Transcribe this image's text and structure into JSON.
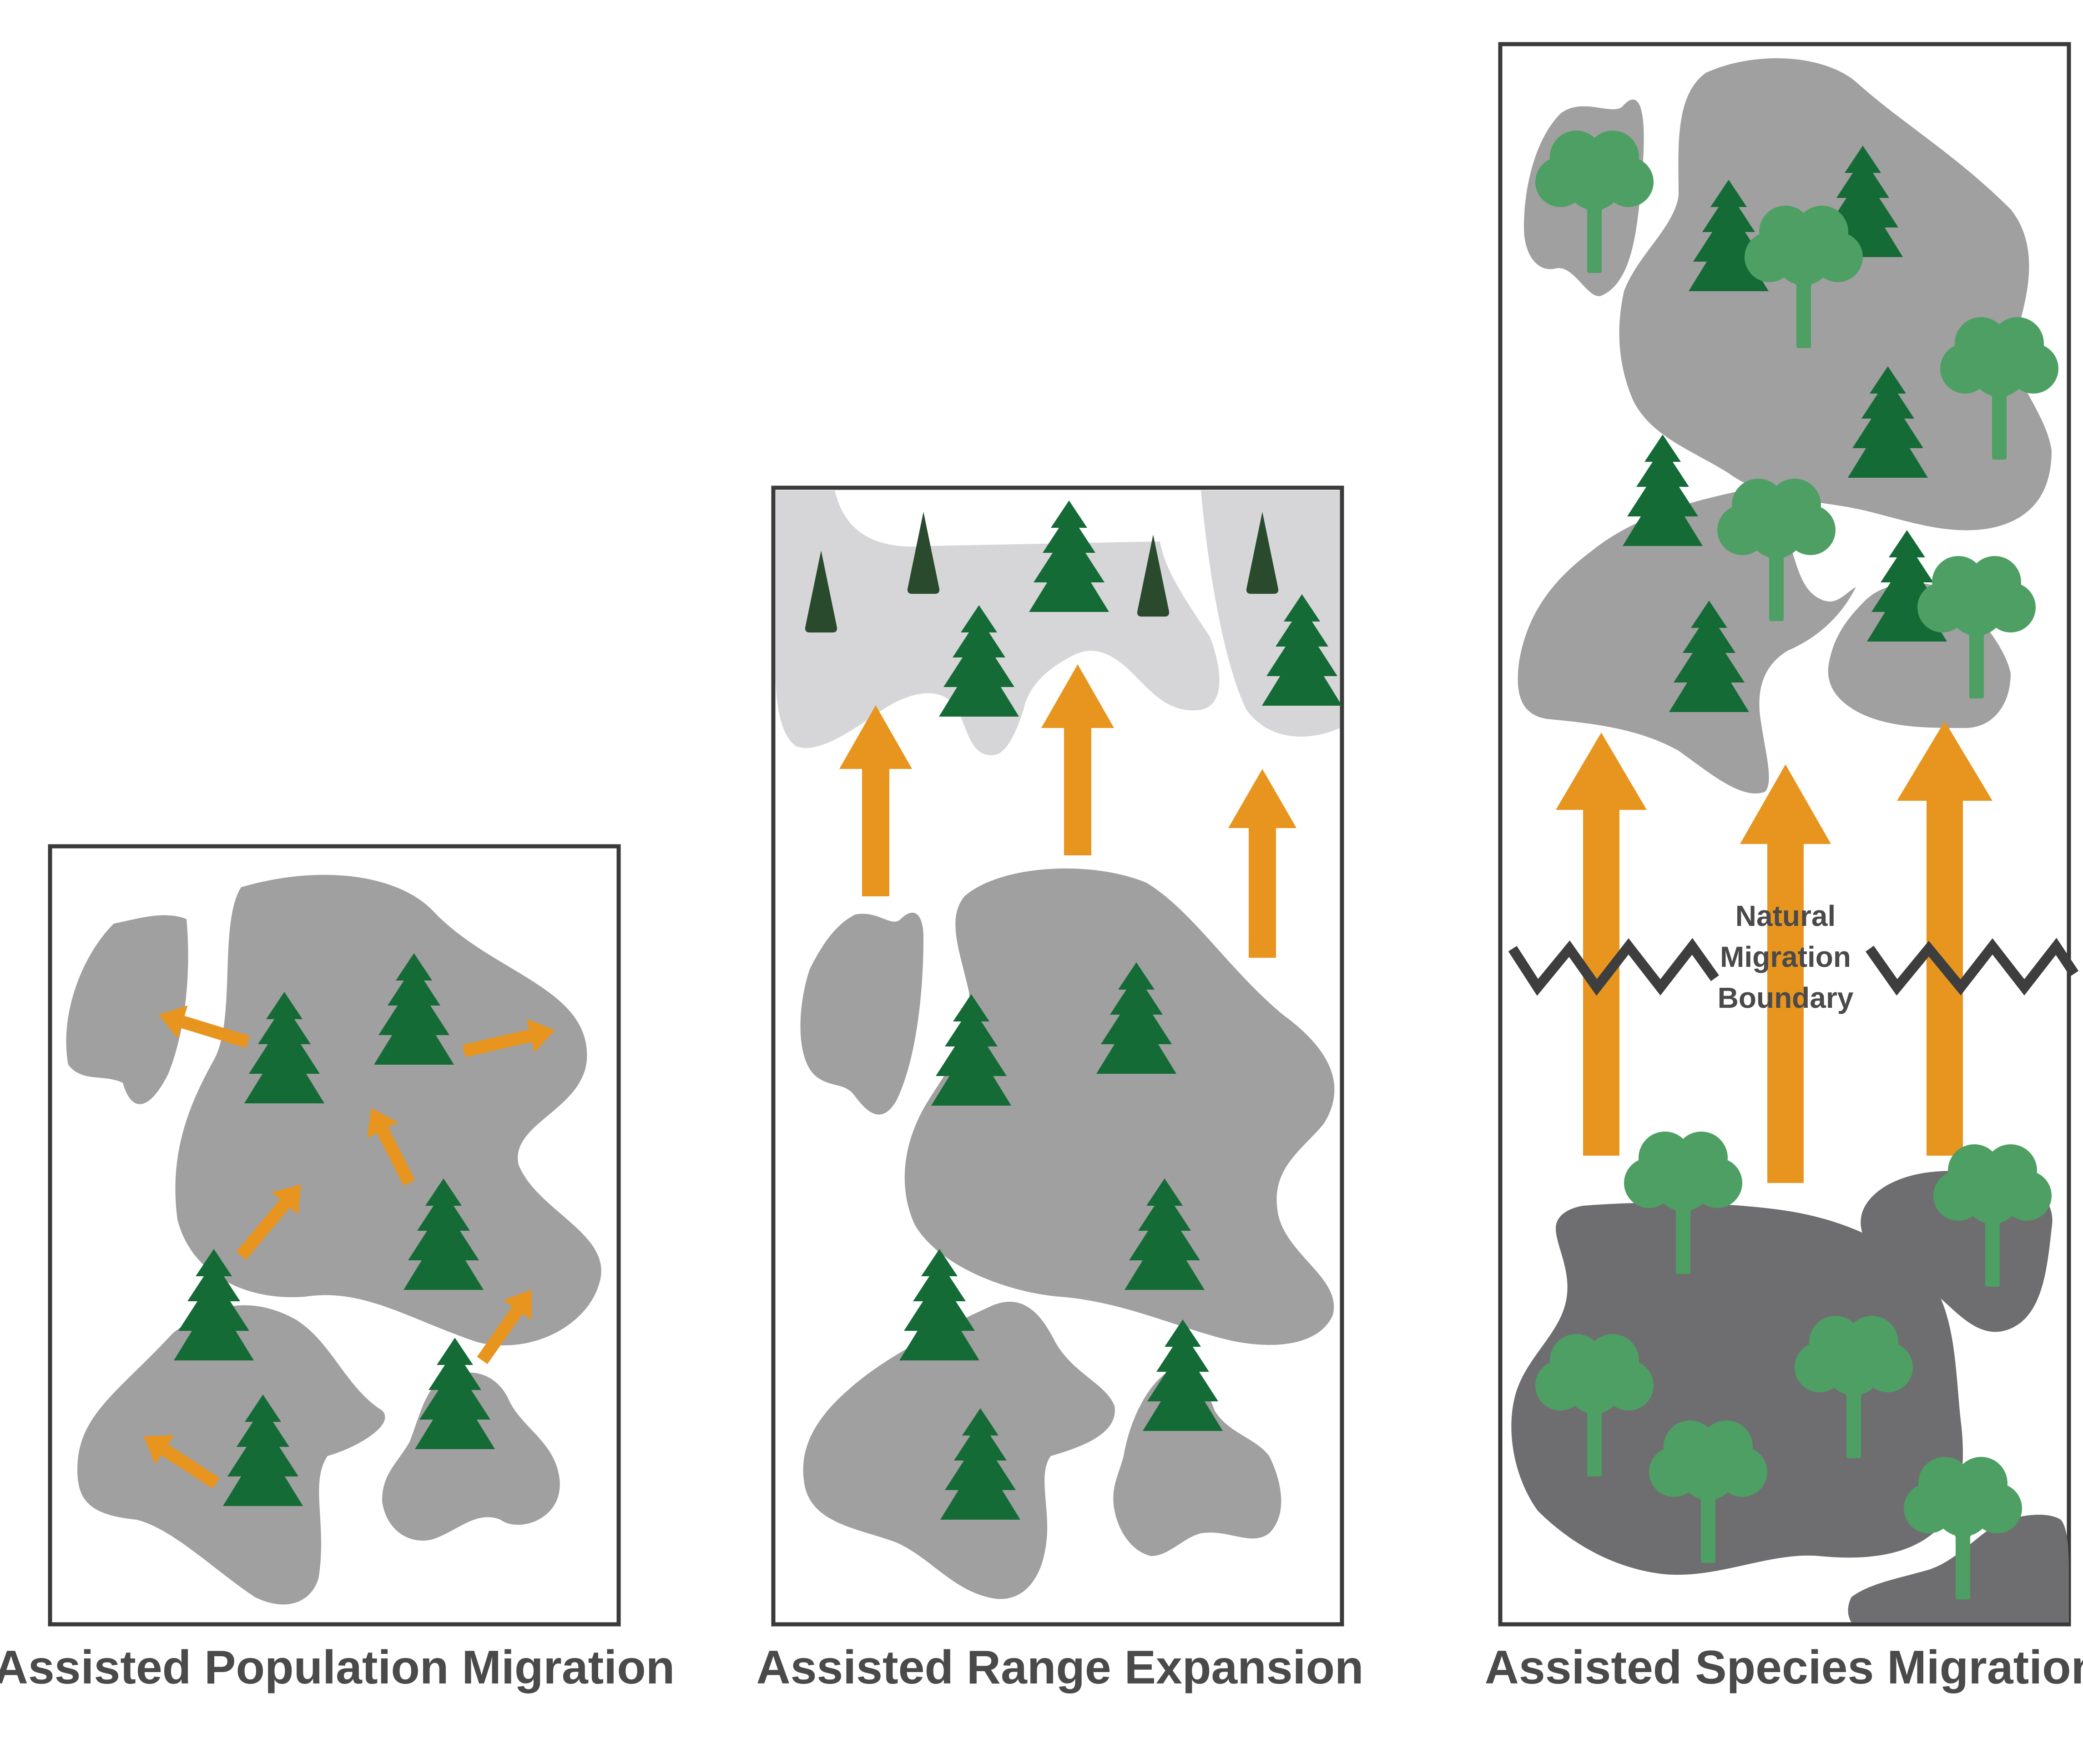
{
  "panels": [
    {
      "caption": "Assisted Population Migration"
    },
    {
      "caption": "Assisted Range Expansion"
    },
    {
      "caption": "Assisted Species Migration"
    }
  ],
  "boundary_label": {
    "line1": "Natural",
    "line2": "Migration",
    "line3": "Boundary"
  },
  "colors": {
    "frame": "#3a3a3a",
    "patch": "#a0a0a0",
    "patch_light": "#d6d6d8",
    "patch_dark": "#6e6e70",
    "conifer": "#156b36",
    "conifer_dark": "#2a4a2e",
    "broadleaf": "#4e9f63",
    "arrow": "#e7951f",
    "zigzag": "#3e3e3e",
    "text": "#4a4a4a"
  },
  "icons": [
    "conifer-tree-icon",
    "dark-conifer-tree-icon",
    "broadleaf-tree-icon",
    "migration-arrow-icon",
    "zigzag-boundary-icon"
  ]
}
